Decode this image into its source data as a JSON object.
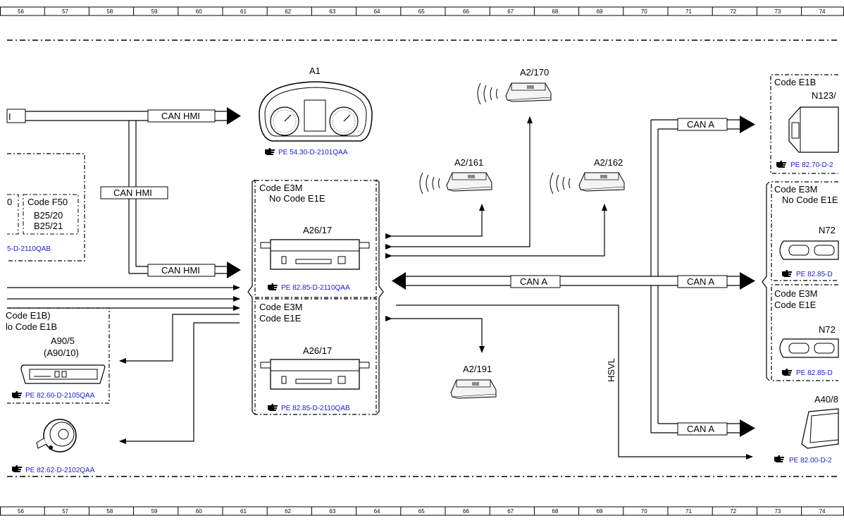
{
  "grid_columns": [
    "56",
    "57",
    "58",
    "59",
    "60",
    "61",
    "62",
    "63",
    "64",
    "65",
    "66",
    "67",
    "68",
    "69",
    "70",
    "71",
    "72",
    "73",
    "74"
  ],
  "colors": {
    "reference_link": "#1a1acc",
    "line": "#000000"
  },
  "components": {
    "a1": {
      "id": "A1",
      "ref": "PE 54.30-D-2101QAA"
    },
    "a2_170": {
      "id": "A2/170"
    },
    "a2_161": {
      "id": "A2/161"
    },
    "a2_162": {
      "id": "A2/162"
    },
    "a2_191": {
      "id": "A2/191"
    },
    "a26_17_top": {
      "id": "A26/17",
      "codes": [
        "Code E3M",
        "No Code E1E"
      ],
      "ref": "PE 82.85-D-2110QAA"
    },
    "a26_17_bottom": {
      "id": "A26/17",
      "codes": [
        "Code E3M",
        "Code E1E"
      ],
      "ref": "PE 82.85-D-2110QAB"
    },
    "left_f50": {
      "code_partial": "0",
      "code": "Code F50",
      "ids": [
        "B25/20",
        "B25/21"
      ],
      "ref_partial": "5-D-2110QAB"
    },
    "left_e1b": {
      "codes": [
        "Code E1B)",
        "lo Code E1B"
      ],
      "ids": [
        "A90/5",
        "(A90/10)"
      ],
      "ref": "PE 82.60-D-2105QAA"
    },
    "left_speaker": {
      "ref": "PE 82.62-D-2102QAA"
    },
    "left_partial_label": "I",
    "right_n123": {
      "code": "Code E1B",
      "id": "N123/",
      "ref": "PE 82.70-D-2"
    },
    "right_n72_top": {
      "codes": [
        "Code E3M",
        "No Code E1E"
      ],
      "id": "N72",
      "ref": "PE 82.85-D"
    },
    "right_n72_bottom": {
      "codes": [
        "Code E3M",
        "Code E1E"
      ],
      "id": "N72",
      "ref": "PE 82.85-D"
    },
    "right_a40": {
      "id": "A40/8",
      "ref": "PE 82.00-D-2"
    }
  },
  "buses": {
    "can_hmi": "CAN HMI",
    "can_a": "CAN A",
    "hsvl": "HSVL"
  },
  "icons": {
    "reference": "pointing-hand-icon"
  }
}
